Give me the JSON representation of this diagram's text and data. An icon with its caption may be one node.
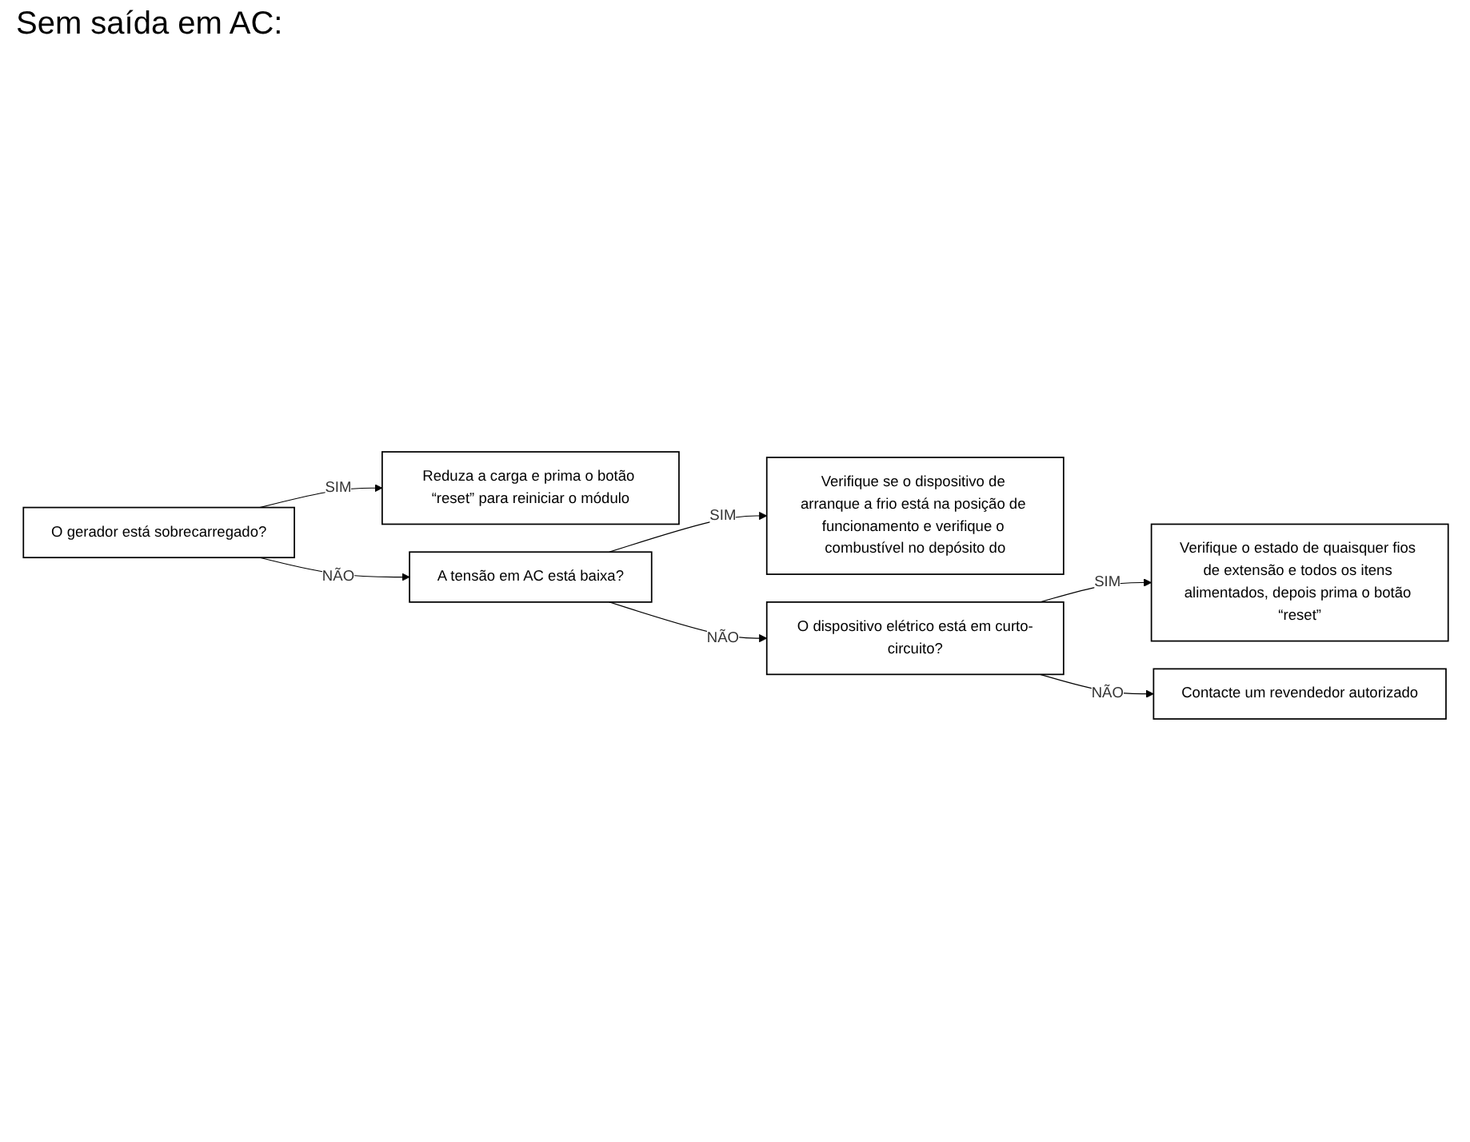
{
  "diagram": {
    "title": "Sem saída em AC:",
    "nodes": [
      {
        "text": [
          "O gerador está sobrecarregado?"
        ]
      },
      {
        "text": [
          "Reduza a carga e prima o botão “reset” para reiniciar o módulo"
        ]
      },
      {
        "text": [
          "A tensão em AC está baixa?"
        ]
      },
      {
        "text": [
          "Verifique se o dispositivo de arranque a frio está na posição de funcionamento e verifique o combustível no depósito do"
        ]
      },
      {
        "text": [
          "O dispositivo elétrico está em curto-circuito?"
        ]
      },
      {
        "text": [
          "Verifique o estado de quaisquer fios de extensão e todos os itens alimentados, depois prima o botão “reset”"
        ]
      },
      {
        "text": [
          "Contacte um revendedor autorizado"
        ]
      }
    ],
    "edges": [
      {
        "from": 0,
        "to": 1,
        "arrow": "to",
        "label": "SIM"
      },
      {
        "from": 0,
        "to": 2,
        "arrow": "to",
        "label": "NÃO"
      },
      {
        "from": 2,
        "to": 3,
        "arrow": "to",
        "label": "SIM"
      },
      {
        "from": 2,
        "to": 4,
        "arrow": "to",
        "label": "NÃO"
      },
      {
        "from": 4,
        "to": 5,
        "arrow": "to",
        "label": "SIM"
      },
      {
        "from": 4,
        "to": 6,
        "arrow": "to",
        "label": "NÃO"
      }
    ]
  }
}
